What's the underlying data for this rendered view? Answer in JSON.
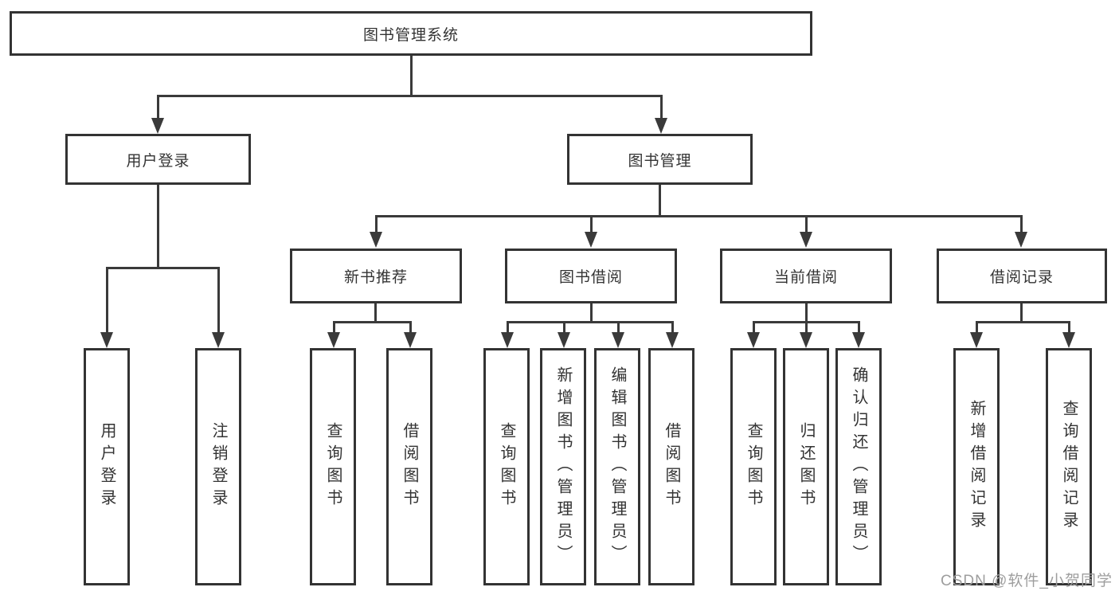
{
  "tree": {
    "root": "图书管理系统",
    "children": [
      {
        "label": "用户登录",
        "children": [
          "用户登录",
          "注销登录"
        ]
      },
      {
        "label": "图书管理",
        "children": [
          {
            "label": "新书推荐",
            "children": [
              "查询图书",
              "借阅图书"
            ]
          },
          {
            "label": "图书借阅",
            "children": [
              "查询图书",
              "新增图书（管理员）",
              "编辑图书（管理员）",
              "借阅图书"
            ]
          },
          {
            "label": "当前借阅",
            "children": [
              "查询图书",
              "归还图书",
              "确认归还（管理员）"
            ]
          },
          {
            "label": "借阅记录",
            "children": [
              "新增借阅记录",
              "查询借阅记录"
            ]
          }
        ]
      }
    ]
  },
  "watermark": "CSDN @软件_小贺同学",
  "colors": {
    "line": "#3a3a3a",
    "border": "#333333",
    "fill": "#ffffff",
    "text": "#333333",
    "wm": "#9e9e9e"
  }
}
